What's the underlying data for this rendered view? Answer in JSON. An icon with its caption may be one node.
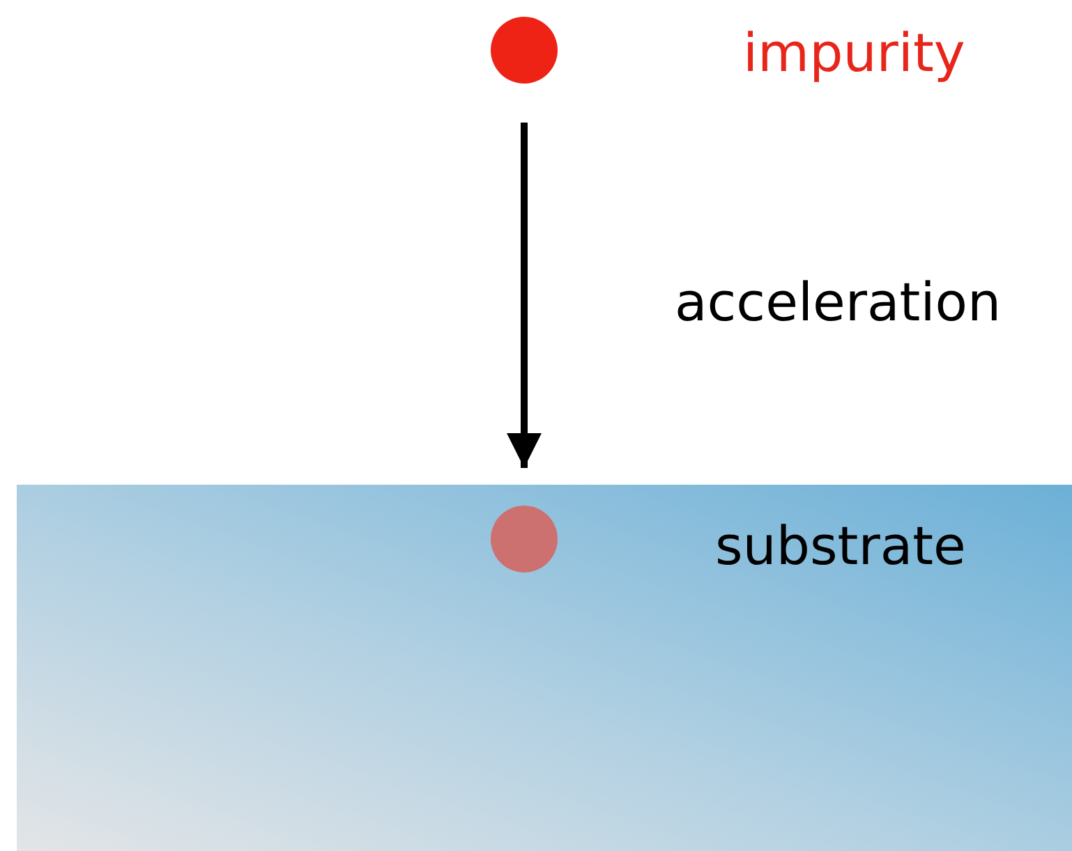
{
  "diagram": {
    "nodes": [
      {
        "text": [],
        "shape": "circle",
        "beside": [
          "impurity"
        ]
      },
      {
        "text": [
          "substrate"
        ]
      },
      {
        "text": [],
        "shape": "circle",
        "in": 1
      }
    ],
    "edges": [
      {
        "from": 0,
        "to": 1,
        "arrow": "to",
        "label": "acceleration"
      }
    ]
  }
}
